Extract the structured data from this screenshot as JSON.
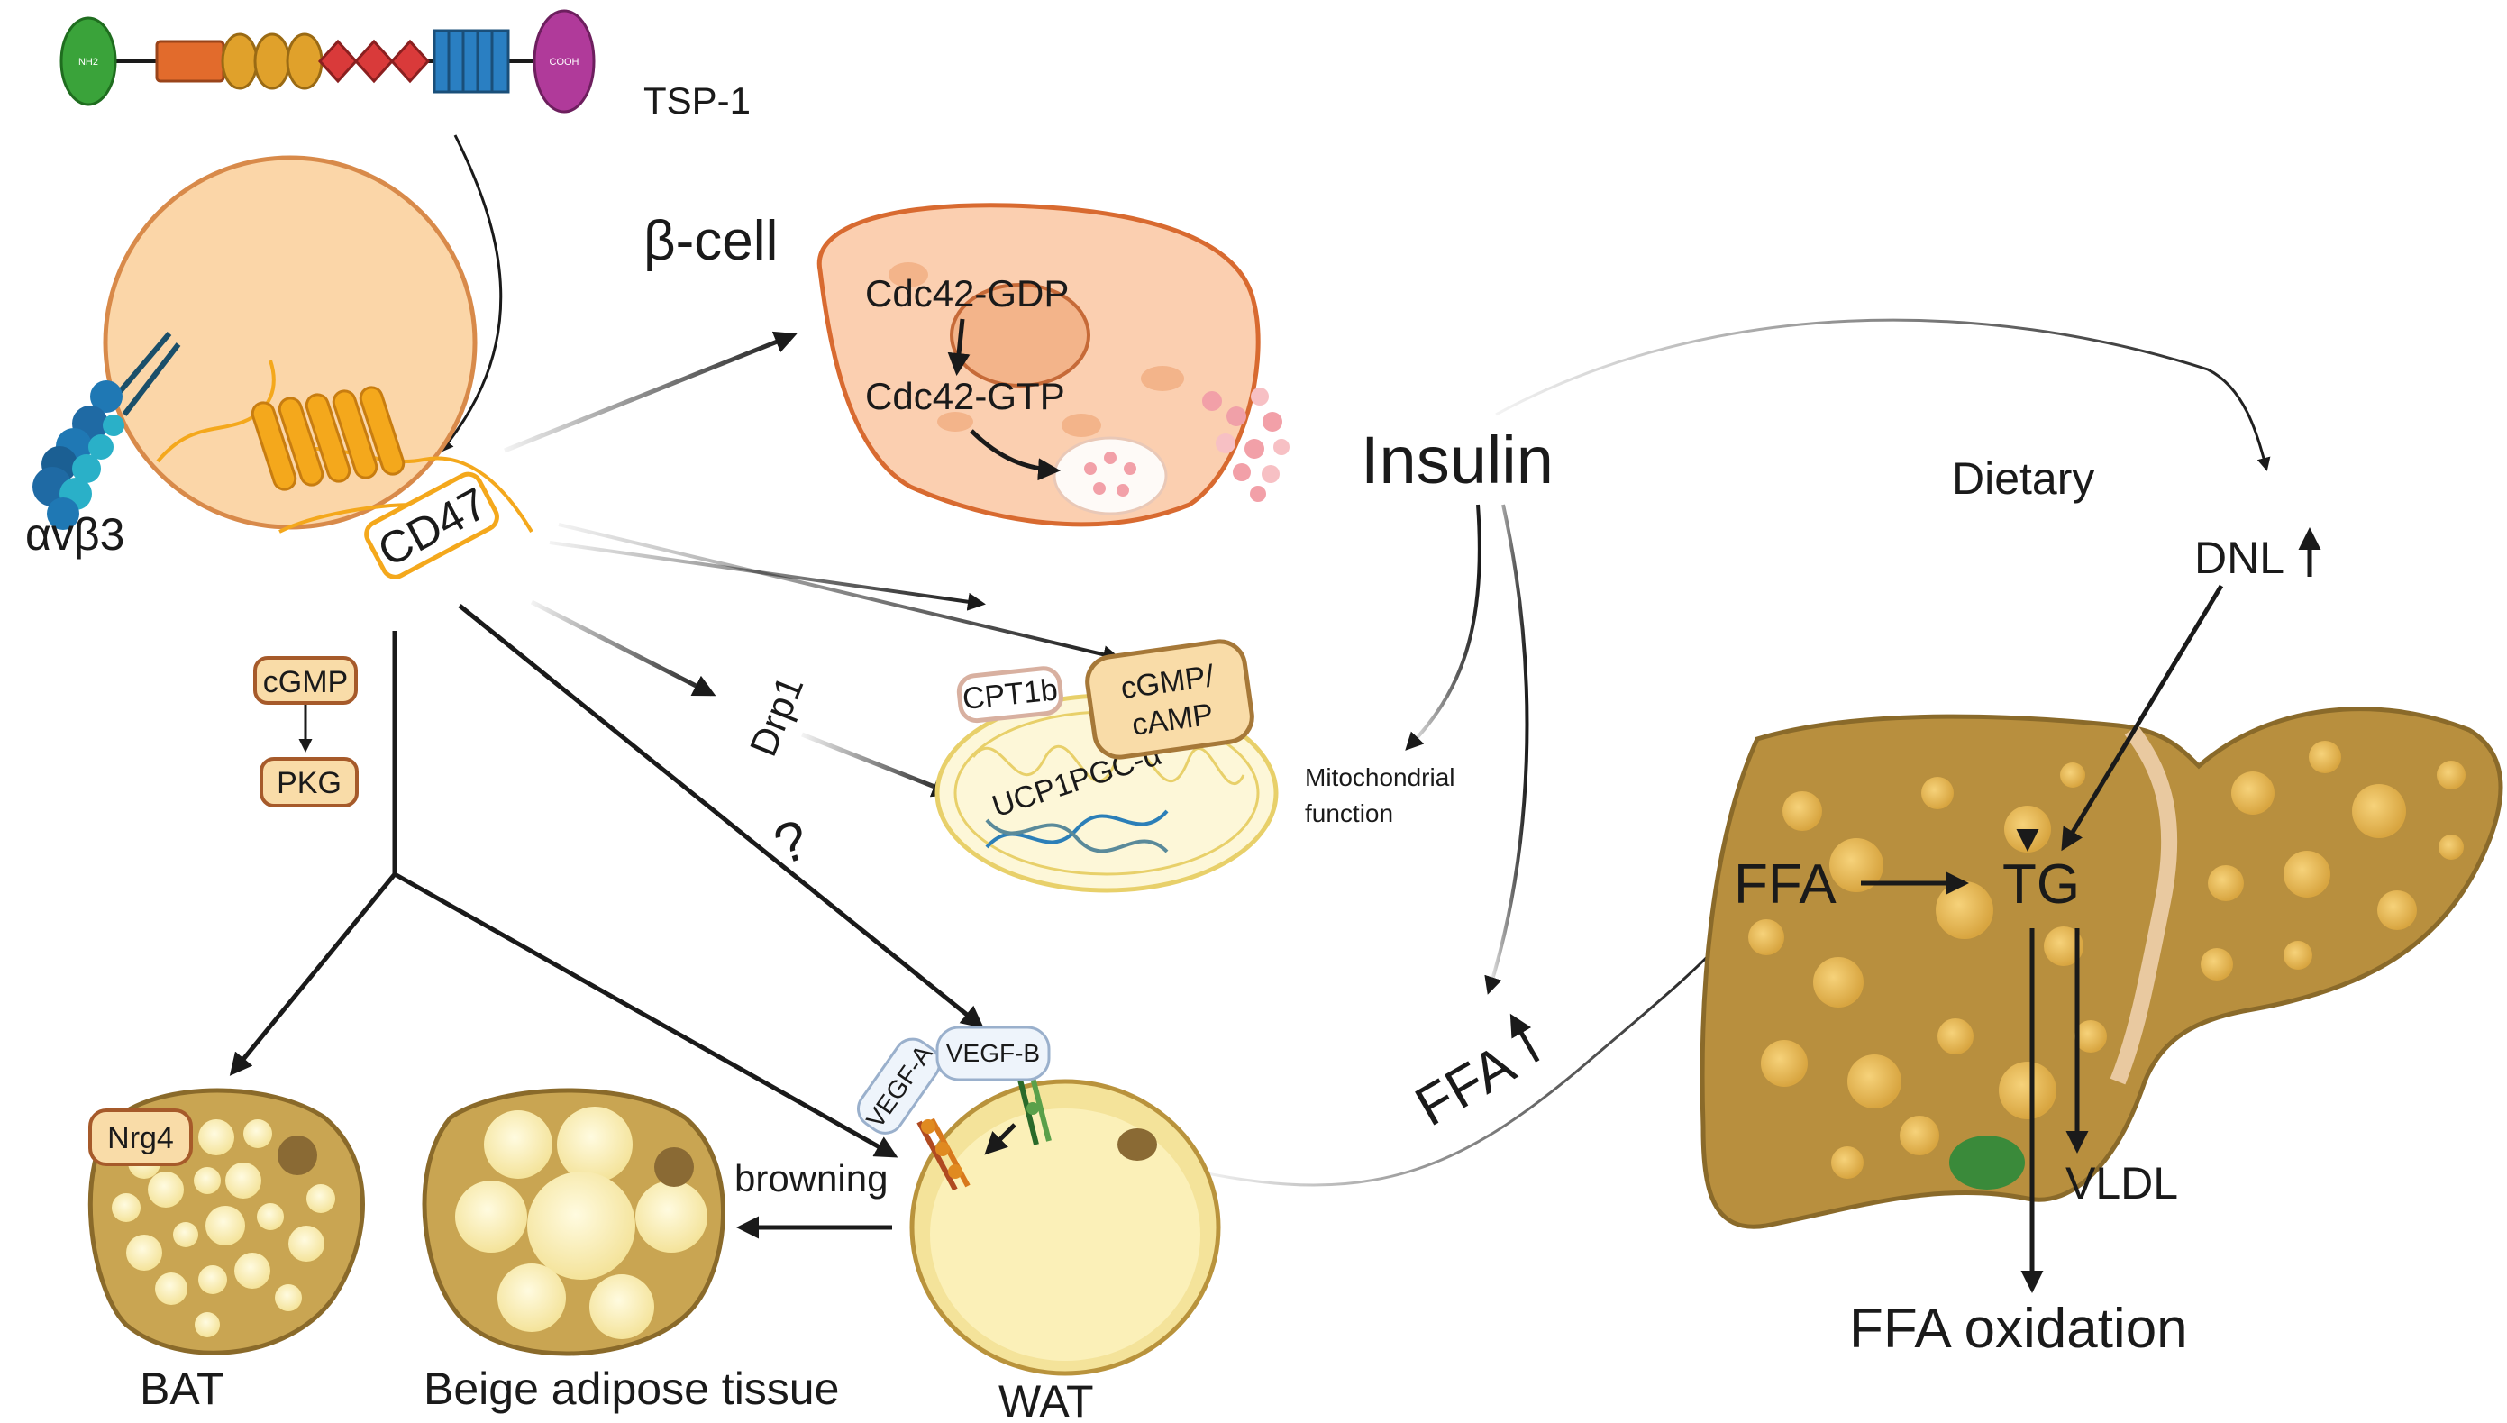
{
  "tsp1": {
    "label": "TSP-1",
    "nh2": "NH2",
    "cooh": "COOH"
  },
  "receptor": {
    "integrin": "αvβ3",
    "cd47": "CD47"
  },
  "beta_cell": {
    "title": "β-cell",
    "gdp": "Cdc42-GDP",
    "gtp": "Cdc42-GTP"
  },
  "signaling": {
    "cgmp": "cGMP",
    "pkg": "PKG",
    "drp1": "Drp1",
    "question": "?",
    "cpt1b": "CPT1b",
    "cgmp_camp_1": "cGMP/",
    "cgmp_camp_2": "cAMP",
    "ucp1": "UCP1",
    "pgc": "PGC-α",
    "mito_1": "Mitochondrial",
    "mito_2": "function"
  },
  "adipose": {
    "nrg4": "Nrg4",
    "bat": "BAT",
    "beige": "Beige adipose tissue",
    "wat": "WAT",
    "browning": "browning",
    "vegf_a": "VEGF-A",
    "vegf_b": "VEGF-B"
  },
  "liver": {
    "insulin": "Insulin",
    "dietary": "Dietary",
    "dnl": "DNL",
    "ffa_up": "FFA",
    "ffa": "FFA",
    "tg": "TG",
    "vldl": "VLDL",
    "ffa_oxidation": "FFA oxidation"
  },
  "colors": {
    "cell_fill": "#fbd6a8",
    "cell_stroke": "#d88a4a",
    "beta_fill": "#fbcfb0",
    "liver_fill": "#b88f3e",
    "liver_stroke": "#8a6a2a",
    "fat_fill": "#f4e4a0",
    "fat_stroke": "#b9933c",
    "receptor_orange": "#f4a81c",
    "integrin_blue": "#1f78b4"
  }
}
